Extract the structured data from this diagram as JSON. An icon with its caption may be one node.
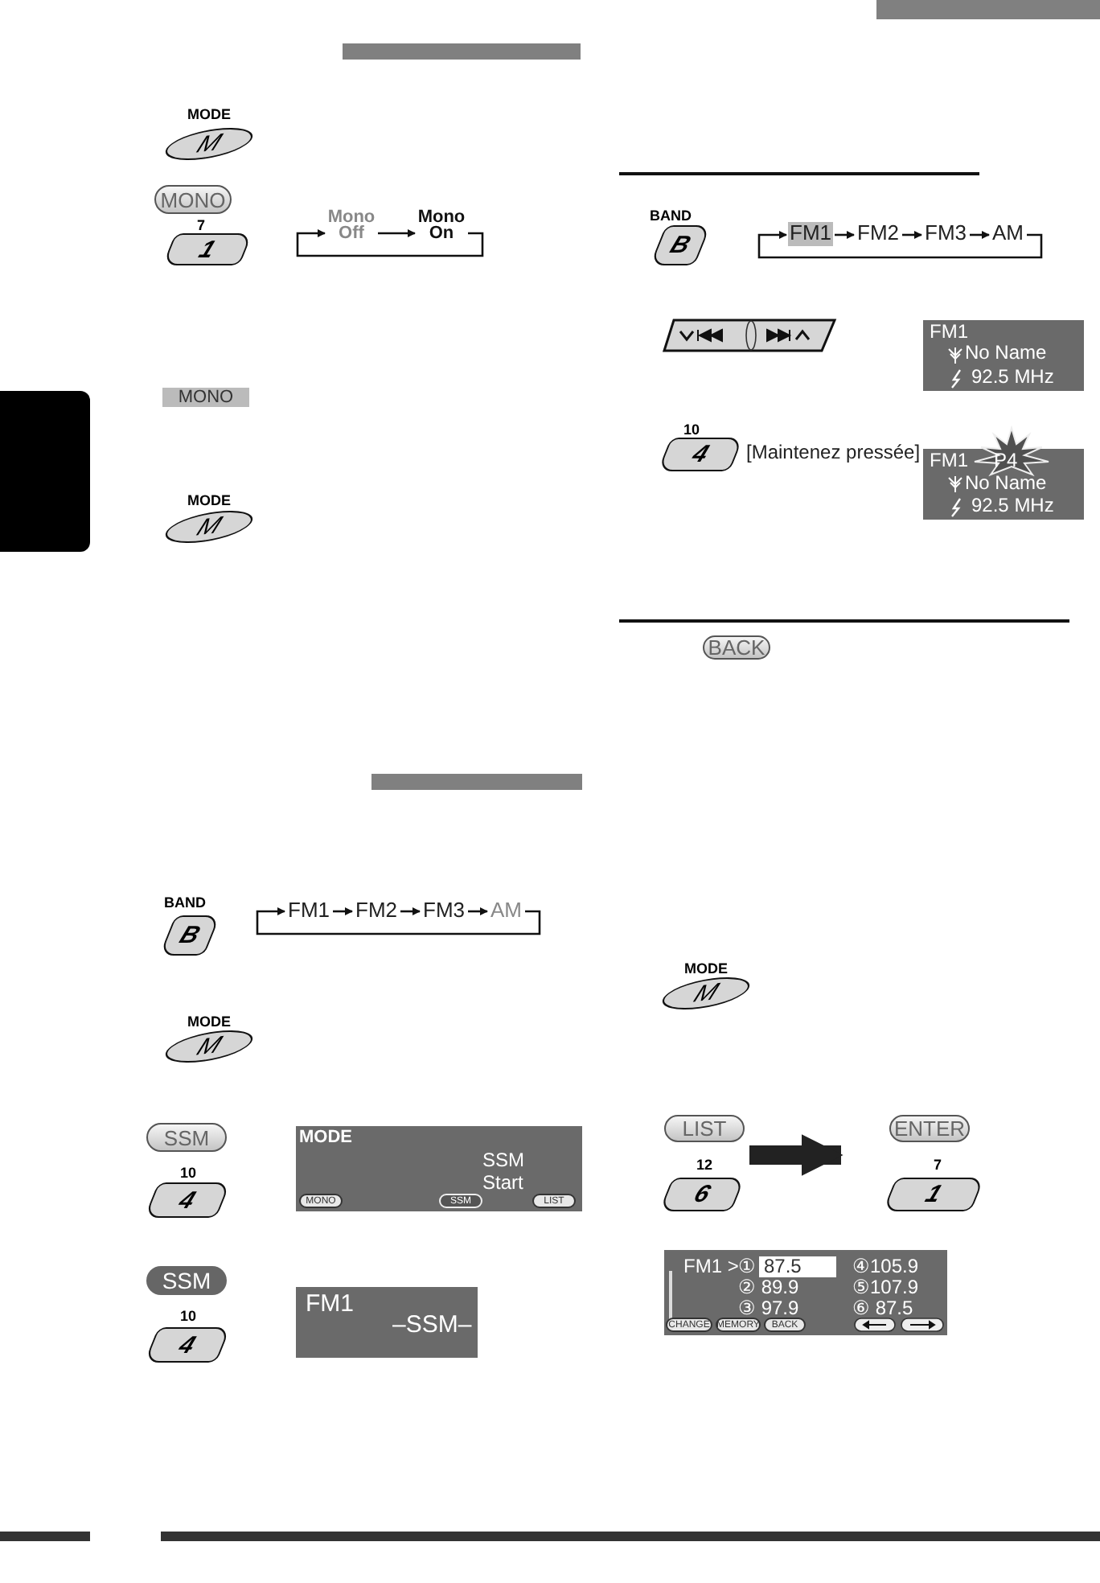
{
  "diagram": {
    "nodes": [
      {
        "text": [
          "Mono Off"
        ]
      },
      {
        "text": [
          "Mono On"
        ]
      },
      {
        "text": [
          "FM1"
        ]
      },
      {
        "text": [
          "FM2"
        ]
      },
      {
        "text": [
          "FM3"
        ]
      },
      {
        "text": [
          "AM"
        ]
      },
      {
        "text": [
          "FM1"
        ]
      },
      {
        "text": [
          "FM2"
        ]
      },
      {
        "text": [
          "FM3"
        ]
      },
      {
        "text": [
          "AM"
        ]
      },
      {
        "text": [
          "LIST",
          "12",
          "6"
        ]
      },
      {
        "text": [
          "ENTER",
          "7",
          "1"
        ]
      },
      {
        "text": [],
        "shape": "box"
      }
    ],
    "edges": [
      {
        "from": 0,
        "to": 1,
        "arrow": "to"
      },
      {
        "from": 1,
        "to": 0,
        "arrow": "to"
      },
      {
        "from": 2,
        "to": 3,
        "arrow": "to"
      },
      {
        "from": 3,
        "to": 4,
        "arrow": "to"
      },
      {
        "from": 4,
        "to": 5,
        "arrow": "to"
      },
      {
        "from": 5,
        "to": 2,
        "arrow": "to"
      },
      {
        "from": 6,
        "to": 7,
        "arrow": "to"
      },
      {
        "from": 7,
        "to": 8,
        "arrow": "to"
      },
      {
        "from": 8,
        "to": 9,
        "arrow": "to"
      },
      {
        "from": 9,
        "to": 6,
        "arrow": "to"
      },
      {
        "from": 10,
        "to": 11,
        "arrow": "to",
        "style": "thick"
      }
    ],
    "labels": [
      "MODE",
      "M",
      "MONO",
      "7",
      "1",
      "MONO",
      "MODE",
      "M",
      "BAND",
      "B",
      "MODE",
      "M",
      "SSM",
      "10",
      "4",
      "MODE",
      "SSM",
      "Start",
      "MONO",
      "SSM",
      "LIST",
      "SSM",
      "10",
      "4",
      "FM1",
      "–SSM–",
      "BAND",
      "B",
      "FM1",
      "No Name",
      "92.5 MHz",
      "10",
      "4",
      "[Maintenez pressée]",
      "FM1",
      "P4",
      "No Name",
      "92.5 MHz",
      "BACK",
      "MODE",
      "M",
      "FM1 >",
      "①",
      "87.5",
      "④105.9",
      "② 89.9",
      "⑤107.9",
      "③ 97.9",
      "⑥ 87.5",
      "CHANGE",
      "MEMORY",
      "BACK"
    ]
  }
}
